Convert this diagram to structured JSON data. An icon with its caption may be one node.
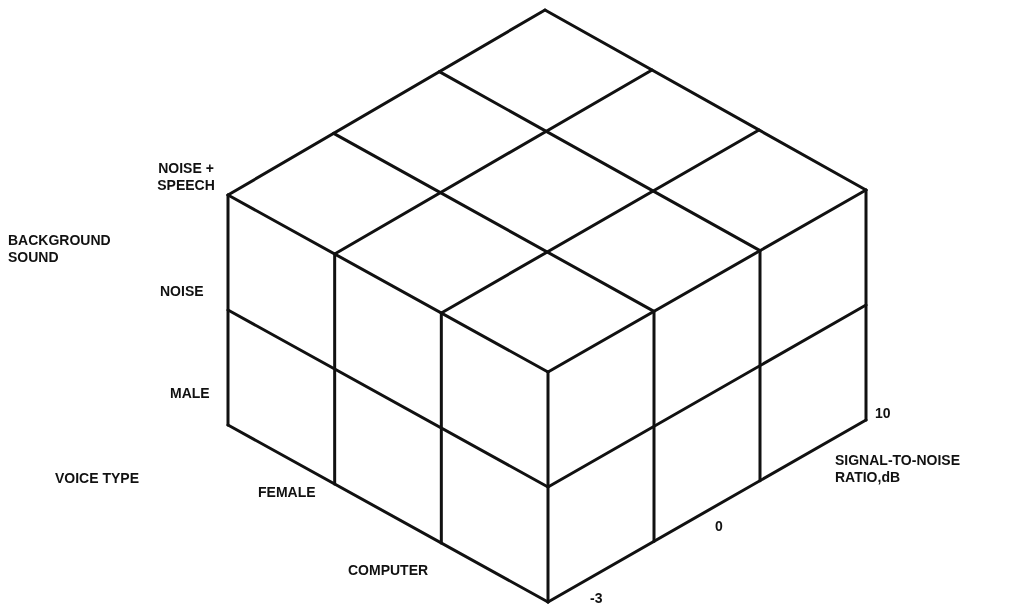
{
  "diagram": {
    "labels": [
      "NOISE + SPEECH",
      "BACKGROUND SOUND",
      "NOISE",
      "MALE",
      "FEMALE",
      "VOICE TYPE",
      "COMPUTER",
      "-3",
      "0",
      "10",
      "SIGNAL-TO-NOISE RATIO,dB"
    ]
  }
}
